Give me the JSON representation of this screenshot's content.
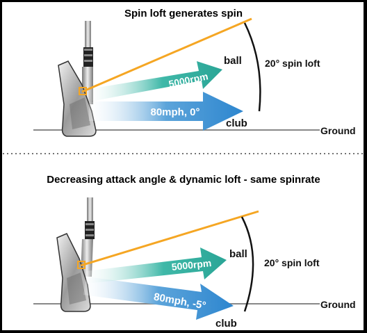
{
  "top_panel": {
    "title": "Spin loft generates spin",
    "ball_arrow_label": "5000rpm",
    "ball_label": "ball",
    "club_arrow_label": "80mph, 0°",
    "club_label": "club",
    "spin_loft_label": "20° spin loft",
    "ground_label": "Ground"
  },
  "bottom_panel": {
    "title": "Decreasing attack angle & dynamic loft - same spinrate",
    "ball_arrow_label": "5000rpm",
    "ball_label": "ball",
    "club_arrow_label": "80mph, -5°",
    "club_label": "club",
    "spin_loft_label": "20° spin loft",
    "ground_label": "Ground"
  },
  "colors": {
    "loft_line": "#F5A623",
    "ball_arrow": "#3FB8A8",
    "club_arrow": "#3B8FD0",
    "ground_line": "#888888"
  },
  "icons": [
    "golf-iron-club-icon"
  ]
}
